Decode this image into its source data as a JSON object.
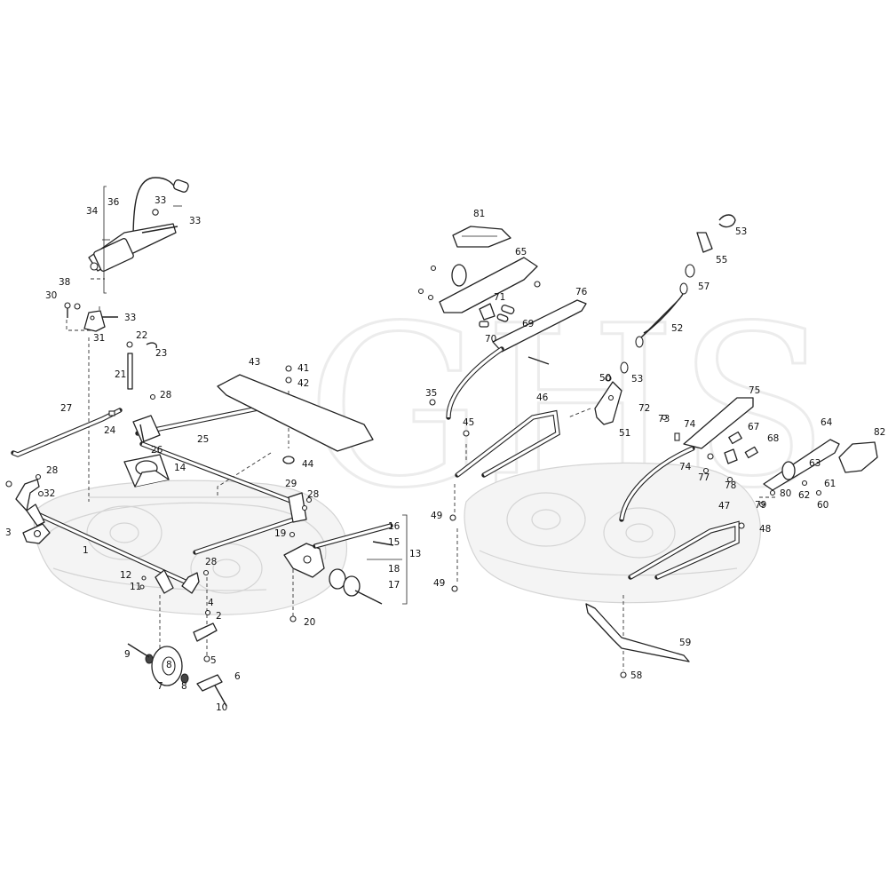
{
  "watermark": "GHS",
  "callouts": [
    {
      "id": "c1",
      "text": "1"
    },
    {
      "id": "c2",
      "text": "2"
    },
    {
      "id": "c3",
      "text": "3"
    },
    {
      "id": "c4",
      "text": "4"
    },
    {
      "id": "c5",
      "text": "5"
    },
    {
      "id": "c6",
      "text": "6"
    },
    {
      "id": "c7",
      "text": "7"
    },
    {
      "id": "c8a",
      "text": "8"
    },
    {
      "id": "c8b",
      "text": "8"
    },
    {
      "id": "c9",
      "text": "9"
    },
    {
      "id": "c10",
      "text": "10"
    },
    {
      "id": "c11",
      "text": "11"
    },
    {
      "id": "c12",
      "text": "12"
    },
    {
      "id": "c13",
      "text": "13"
    },
    {
      "id": "c14",
      "text": "14"
    },
    {
      "id": "c15",
      "text": "15"
    },
    {
      "id": "c16",
      "text": "16"
    },
    {
      "id": "c17",
      "text": "17"
    },
    {
      "id": "c18",
      "text": "18"
    },
    {
      "id": "c19",
      "text": "19"
    },
    {
      "id": "c20",
      "text": "20"
    },
    {
      "id": "c21",
      "text": "21"
    },
    {
      "id": "c22",
      "text": "22"
    },
    {
      "id": "c23",
      "text": "23"
    },
    {
      "id": "c24",
      "text": "24"
    },
    {
      "id": "c25",
      "text": "25"
    },
    {
      "id": "c26",
      "text": "26"
    },
    {
      "id": "c27",
      "text": "27"
    },
    {
      "id": "c28a",
      "text": "28"
    },
    {
      "id": "c28b",
      "text": "28"
    },
    {
      "id": "c28c",
      "text": "28"
    },
    {
      "id": "c28d",
      "text": "28"
    },
    {
      "id": "c29",
      "text": "29"
    },
    {
      "id": "c30",
      "text": "30"
    },
    {
      "id": "c31",
      "text": "31"
    },
    {
      "id": "c32",
      "text": "32"
    },
    {
      "id": "c33a",
      "text": "33"
    },
    {
      "id": "c33b",
      "text": "33"
    },
    {
      "id": "c33c",
      "text": "33"
    },
    {
      "id": "c34",
      "text": "34"
    },
    {
      "id": "c35",
      "text": "35"
    },
    {
      "id": "c36",
      "text": "36"
    },
    {
      "id": "c38",
      "text": "38"
    },
    {
      "id": "c41",
      "text": "41"
    },
    {
      "id": "c42",
      "text": "42"
    },
    {
      "id": "c43",
      "text": "43"
    },
    {
      "id": "c44",
      "text": "44"
    },
    {
      "id": "c45",
      "text": "45"
    },
    {
      "id": "c46",
      "text": "46"
    },
    {
      "id": "c47",
      "text": "47"
    },
    {
      "id": "c48",
      "text": "48"
    },
    {
      "id": "c49a",
      "text": "49"
    },
    {
      "id": "c49b",
      "text": "49"
    },
    {
      "id": "c50",
      "text": "50"
    },
    {
      "id": "c51",
      "text": "51"
    },
    {
      "id": "c52",
      "text": "52"
    },
    {
      "id": "c53a",
      "text": "53"
    },
    {
      "id": "c53b",
      "text": "53"
    },
    {
      "id": "c55",
      "text": "55"
    },
    {
      "id": "c57",
      "text": "57"
    },
    {
      "id": "c58",
      "text": "58"
    },
    {
      "id": "c59",
      "text": "59"
    },
    {
      "id": "c60",
      "text": "60"
    },
    {
      "id": "c61",
      "text": "61"
    },
    {
      "id": "c62",
      "text": "62"
    },
    {
      "id": "c63",
      "text": "63"
    },
    {
      "id": "c64",
      "text": "64"
    },
    {
      "id": "c65",
      "text": "65"
    },
    {
      "id": "c67",
      "text": "67"
    },
    {
      "id": "c68",
      "text": "68"
    },
    {
      "id": "c69",
      "text": "69"
    },
    {
      "id": "c70",
      "text": "70"
    },
    {
      "id": "c71",
      "text": "71"
    },
    {
      "id": "c72",
      "text": "72"
    },
    {
      "id": "c73",
      "text": "73"
    },
    {
      "id": "c74a",
      "text": "74"
    },
    {
      "id": "c74b",
      "text": "74"
    },
    {
      "id": "c75",
      "text": "75"
    },
    {
      "id": "c76",
      "text": "76"
    },
    {
      "id": "c77",
      "text": "77"
    },
    {
      "id": "c78",
      "text": "78"
    },
    {
      "id": "c79",
      "text": "79"
    },
    {
      "id": "c80",
      "text": "80"
    },
    {
      "id": "c81",
      "text": "81"
    },
    {
      "id": "c82",
      "text": "82"
    }
  ]
}
